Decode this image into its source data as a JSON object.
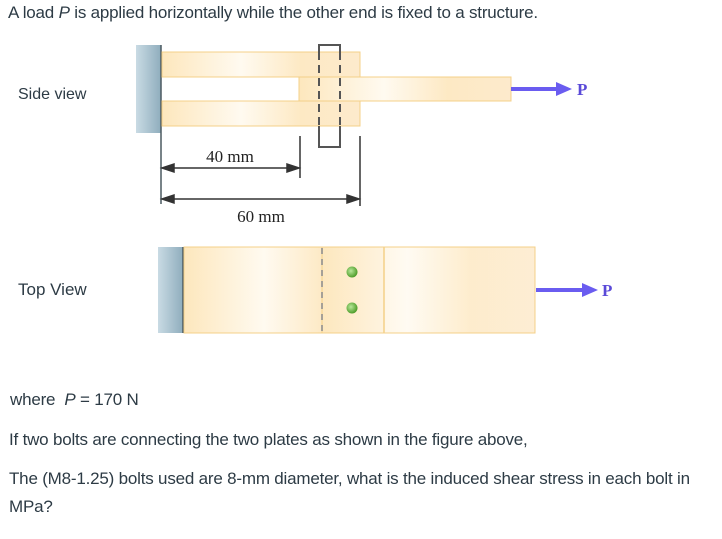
{
  "intro": {
    "before_var": "A load ",
    "var": "P",
    "after_var": " is applied horizontally while the other end is fixed to a structure."
  },
  "figure": {
    "side_view_label": "Side view",
    "top_view_label": "Top View",
    "load_label": "P",
    "dim_40": "40 mm",
    "dim_60": "60 mm",
    "bolt_count": 2,
    "colors": {
      "plate_fill": "#fdebc8",
      "plate_edge": "#f4d089",
      "wall": "#a9c3d0",
      "arrow": "#6a5cf0",
      "bolt": "#6cbb3c",
      "dimension": "#333333"
    }
  },
  "given": {
    "prefix": "where  ",
    "var": "P",
    "suffix": " = 170 N"
  },
  "question": {
    "line1": "If two bolts are connecting the two plates as shown in the figure above,",
    "line2": "The  (M8-1.25) bolts used are 8-mm diameter, what is the induced shear stress in each bolt in MPa?"
  }
}
